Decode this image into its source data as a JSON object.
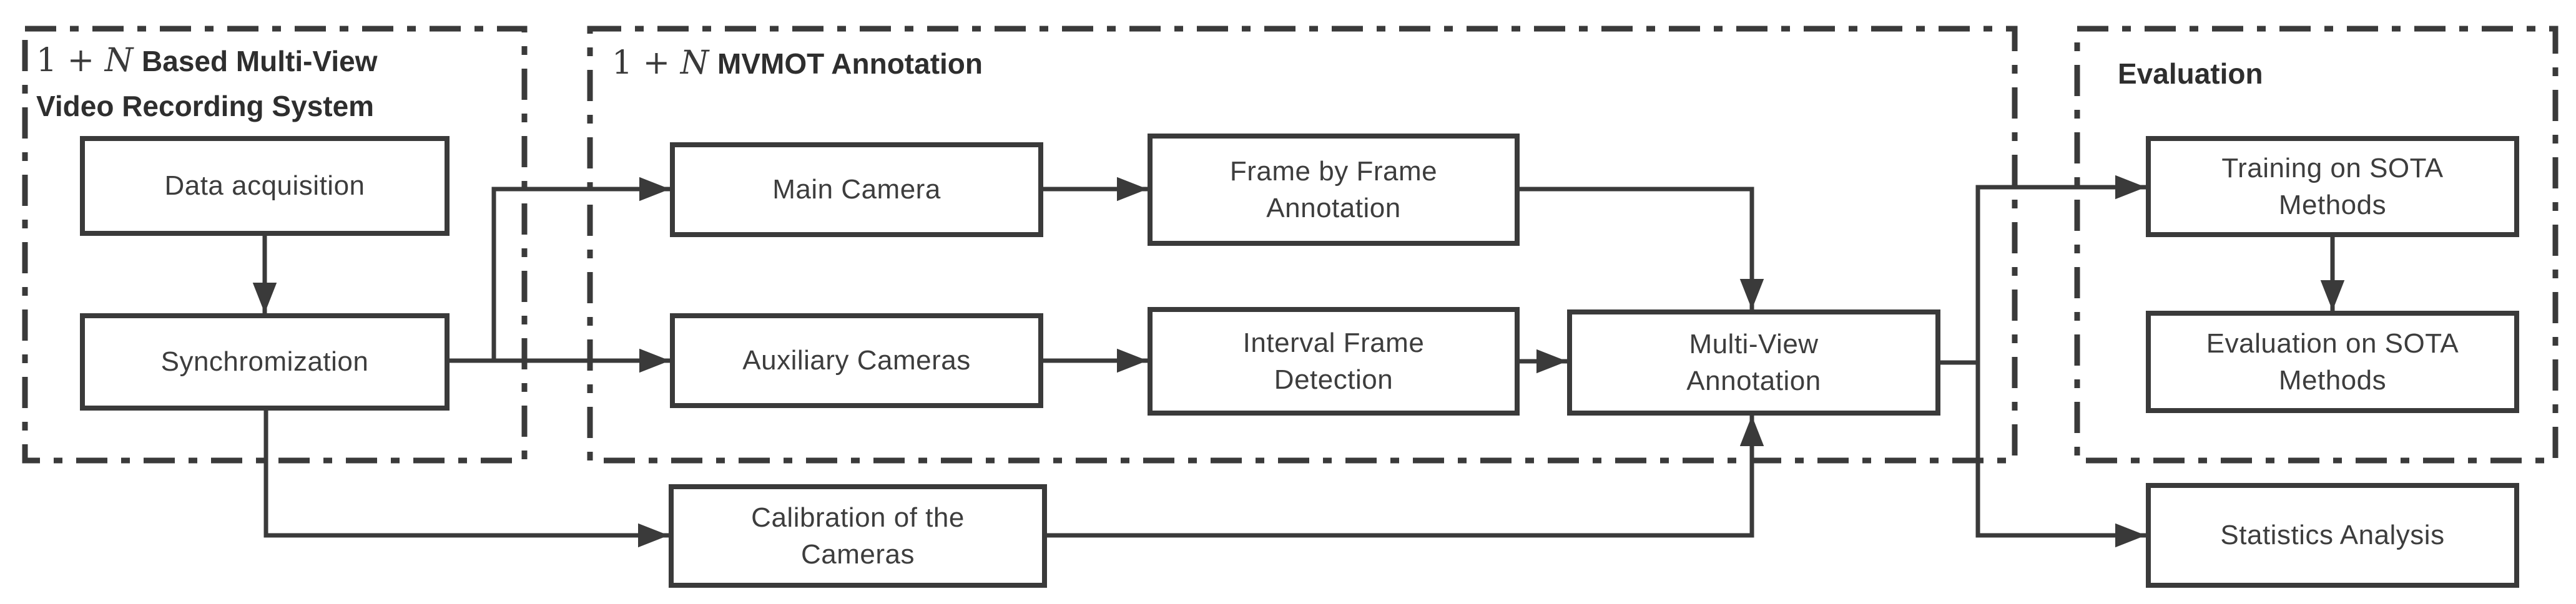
{
  "diagram": {
    "type": "flowchart",
    "description_visible_only": "three dash-dot sections with process boxes connected by arrows"
  },
  "sections": {
    "recording": {
      "math_num": "1 + ",
      "math_var": "N",
      "title_rest": "Based Multi-View\nVideo Recording System"
    },
    "annotation": {
      "math_num": "1 + ",
      "math_var": "N",
      "title_rest": "MVMOT Annotation"
    },
    "evaluation": {
      "title": "Evaluation"
    }
  },
  "boxes": {
    "data_acquisition": "Data acquisition",
    "synchromization": "Synchromization",
    "main_camera": "Main Camera",
    "frame_by_frame": "Frame by Frame\nAnnotation",
    "auxiliary_cameras": "Auxiliary Cameras",
    "interval_frame": "Interval Frame\nDetection",
    "multi_view": "Multi-View\nAnnotation",
    "training_sota": "Training on SOTA\nMethods",
    "evaluation_sota": "Evaluation on SOTA\nMethods",
    "calibration": "Calibration of the\nCameras",
    "statistics": "Statistics Analysis"
  },
  "colors": {
    "line": "#3a3a3a",
    "text": "#3d3d3d",
    "title": "#2e2e2e",
    "background": "#ffffff"
  }
}
